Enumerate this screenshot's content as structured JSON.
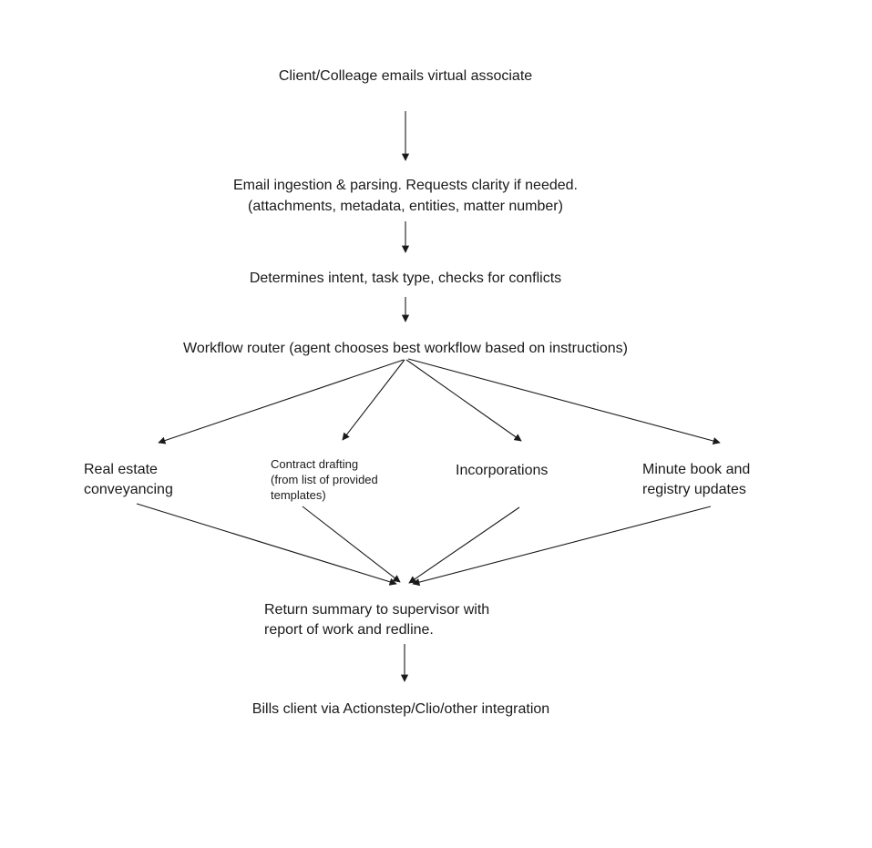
{
  "diagram": {
    "background_color": "#ffffff",
    "text_color": "#1a1a1a",
    "line_color": "#1a1a1a",
    "nodes": {
      "client_email": {
        "text": "Client/Colleage emails virtual associate"
      },
      "email_ingestion": {
        "lines": [
          "Email ingestion & parsing. Requests clarity if needed.",
          "(attachments, metadata, entities, matter number)"
        ]
      },
      "determine_intent": {
        "text": "Determines intent, task type, checks for conflicts"
      },
      "workflow_router": {
        "text": "Workflow router (agent chooses best workflow based on instructions)"
      },
      "real_estate": {
        "lines": [
          "Real estate",
          "conveyancing"
        ]
      },
      "contract_drafting": {
        "lines": [
          "Contract drafting",
          "(from list of provided",
          "templates)"
        ]
      },
      "incorporations": {
        "text": "Incorporations"
      },
      "minute_book": {
        "lines": [
          "Minute book and",
          "registry updates"
        ]
      },
      "return_summary": {
        "lines": [
          "Return summary to supervisor with",
          "report of work and redline."
        ]
      },
      "billing": {
        "text": "Bills client via Actionstep/Clio/other integration"
      }
    },
    "edges": [
      {
        "from": "client_email",
        "to": "email_ingestion"
      },
      {
        "from": "email_ingestion",
        "to": "determine_intent"
      },
      {
        "from": "determine_intent",
        "to": "workflow_router"
      },
      {
        "from": "workflow_router",
        "to": "real_estate"
      },
      {
        "from": "workflow_router",
        "to": "contract_drafting"
      },
      {
        "from": "workflow_router",
        "to": "incorporations"
      },
      {
        "from": "workflow_router",
        "to": "minute_book"
      },
      {
        "from": "real_estate",
        "to": "return_summary"
      },
      {
        "from": "contract_drafting",
        "to": "return_summary"
      },
      {
        "from": "incorporations",
        "to": "return_summary"
      },
      {
        "from": "minute_book",
        "to": "return_summary"
      },
      {
        "from": "return_summary",
        "to": "billing"
      }
    ]
  }
}
